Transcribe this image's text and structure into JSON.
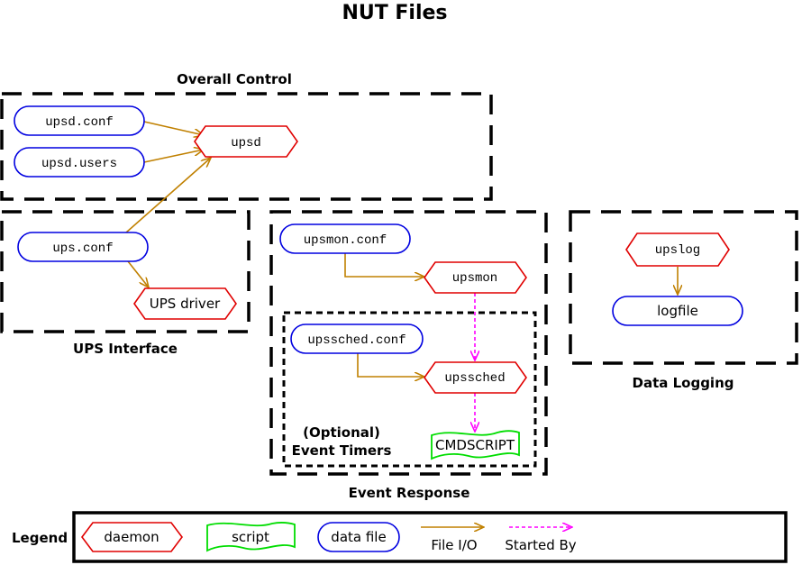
{
  "title": "NUT Files",
  "groups": {
    "overall_control": "Overall Control",
    "ups_interface": "UPS Interface",
    "event_response": "Event Response",
    "event_timers_line1": "(Optional)",
    "event_timers_line2": "Event Timers",
    "data_logging": "Data Logging"
  },
  "nodes": {
    "upsd_conf": "upsd.conf",
    "upsd_users": "upsd.users",
    "upsd": "upsd",
    "ups_conf": "ups.conf",
    "ups_driver": "UPS driver",
    "upsmon_conf": "upsmon.conf",
    "upsmon": "upsmon",
    "upssched_conf": "upssched.conf",
    "upssched": "upssched",
    "cmdscript": "CMDSCRIPT",
    "upslog": "upslog",
    "logfile": "logfile"
  },
  "legend": {
    "title": "Legend",
    "daemon": "daemon",
    "script": "script",
    "data_file": "data file",
    "file_io": "File I/O",
    "started_by": "Started By"
  },
  "colors": {
    "daemon": "#e00000",
    "data_file": "#0000e0",
    "script": "#00dd00",
    "file_io": "#c08000",
    "started_by": "#ff00ff"
  }
}
